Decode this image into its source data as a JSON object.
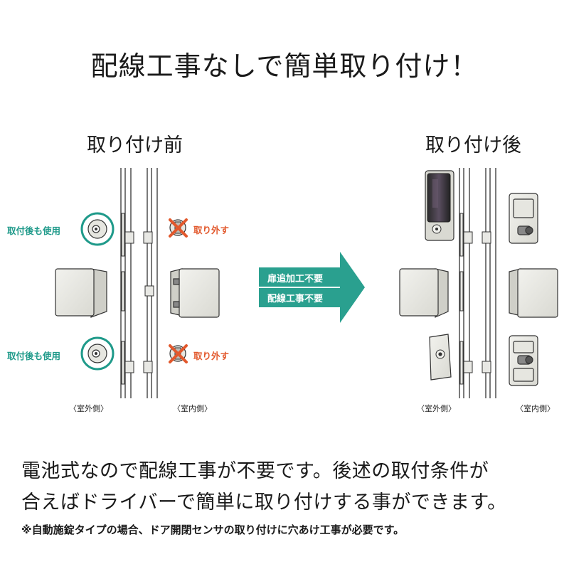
{
  "title": "配線工事なしで簡単取り付け！",
  "before": {
    "heading": "取り付け前",
    "reuse_label_top": "取付後も使用",
    "reuse_label_bottom": "取付後も使用",
    "remove_label_top": "取り外す",
    "remove_label_bottom": "取り外す",
    "outside_label": "〈室外側〉",
    "inside_label": "〈室内側〉"
  },
  "arrow": {
    "line1": "扉追加工不要",
    "line2": "配線工事不要",
    "color": "#2aa08f"
  },
  "after": {
    "heading": "取り付け後",
    "outside_label": "〈室外側〉",
    "inside_label": "〈室内側〉"
  },
  "body": {
    "line1": "電池式なので配線工事が不要です。後述の取付条件が",
    "line2": "合えばドライバーで簡単に取り付けする事ができます。",
    "note": "※自動施錠タイプの場合、ドア開閉センサの取り付けに穴あけ工事が必要です。"
  },
  "colors": {
    "teal": "#1f9a8a",
    "red": "#e2582c"
  }
}
